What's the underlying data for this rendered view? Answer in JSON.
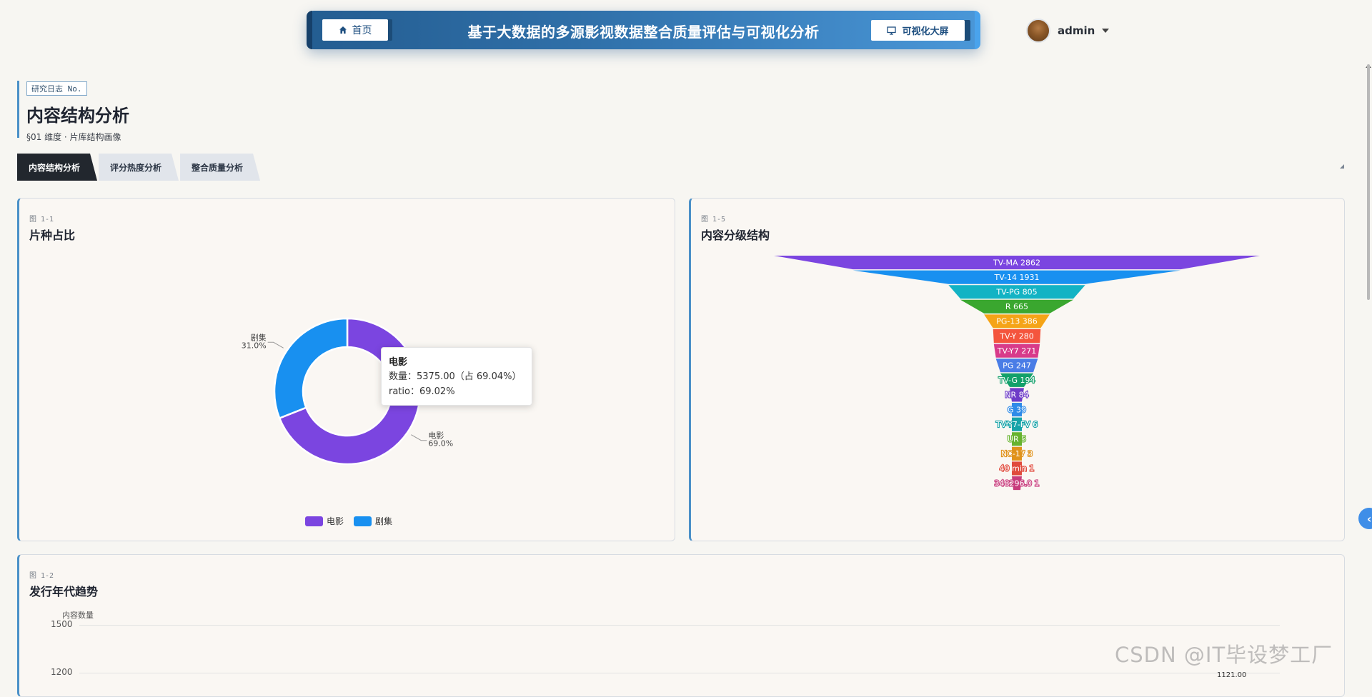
{
  "header": {
    "home_label": "首页",
    "site_title": "基于大数据的多源影视数据整合质量评估与可视化分析",
    "screen_label": "可视化大屏",
    "user_name": "admin"
  },
  "section": {
    "journal_tag": "研究日志 No.",
    "title": "内容结构分析",
    "subtitle": "§01 维度 · 片库结构画像"
  },
  "tabs": [
    {
      "label": "内容结构分析",
      "active": true
    },
    {
      "label": "评分热度分析",
      "active": false
    },
    {
      "label": "整合质量分析",
      "active": false
    }
  ],
  "panels": {
    "type_share": {
      "fig_no": "图 1-1",
      "title": "片种占比",
      "tooltip": {
        "title": "电影",
        "line1": "数量：5375.00（占 69.04%）",
        "line2": "ratio：69.02%"
      }
    },
    "rating_structure": {
      "fig_no": "图 1-5",
      "title": "内容分级结构"
    },
    "year_trend": {
      "fig_no": "图 1-2",
      "title": "发行年代趋势"
    }
  },
  "chart_data": [
    {
      "type": "pie",
      "title": "片种占比",
      "categories": [
        "电影",
        "剧集"
      ],
      "values": [
        69.0,
        31.0
      ],
      "slice_labels": [
        "电影\n69.0%",
        "剧集\n31.0%"
      ],
      "legend": [
        "电影",
        "剧集"
      ],
      "colors": [
        "#7b45e0",
        "#1890f0"
      ],
      "legend_position": "bottom"
    },
    {
      "type": "funnel",
      "title": "内容分级结构",
      "categories": [
        "TV-MA",
        "TV-14",
        "TV-PG",
        "R",
        "PG-13",
        "TV-Y",
        "TV-Y7",
        "PG",
        "TV-G",
        "NR",
        "G",
        "TV-Y7-FV",
        "UR",
        "NC-17",
        "40 min",
        "348296.0"
      ],
      "values": [
        2862,
        1931,
        805,
        665,
        386,
        280,
        271,
        247,
        194,
        84,
        39,
        6,
        5,
        3,
        1,
        1
      ],
      "colors": [
        "#7b45e0",
        "#1890f0",
        "#13b3c4",
        "#3aa72f",
        "#f5a417",
        "#f4553d",
        "#d83b8a",
        "#4a7de6",
        "#12a06a",
        "#6e3cc8",
        "#2f8be8",
        "#16a3a8",
        "#67b32e",
        "#e0921a",
        "#e04b3d",
        "#c83c7c"
      ]
    },
    {
      "type": "line",
      "title": "发行年代趋势",
      "ylabel": "内容数量",
      "y_ticks": [
        1500,
        1200
      ],
      "visible_point_labels": [
        "1121.00"
      ]
    }
  ],
  "watermark": "CSDN @IT毕设梦工厂"
}
